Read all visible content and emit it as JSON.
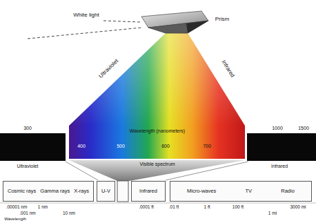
{
  "diagram": {
    "nodes": [
      {
        "text": [
          "Cosmic rays",
          "Gamma rays",
          "X-rays"
        ]
      },
      {
        "text": [
          "U-V"
        ]
      },
      {
        "text": [
          "Infrared"
        ]
      },
      {
        "text": [
          "Micro-waves",
          "TV",
          "Radio"
        ]
      }
    ],
    "labels": [
      "White light",
      "Prism",
      "Ultraviolet",
      "Infrared",
      "Wavelength (nanometers)",
      "300",
      "400",
      "500",
      "600",
      "700",
      "1000",
      "1500",
      "Ultraviolet",
      "Visible spectrum",
      "Infrared",
      ".00001 nm",
      "1 nm",
      ".001 nm",
      "10 nm",
      ".0001 ft",
      ".01 ft",
      "1 ft",
      "100 ft",
      "1 mi",
      "3000 mi",
      "Wavelength"
    ]
  }
}
